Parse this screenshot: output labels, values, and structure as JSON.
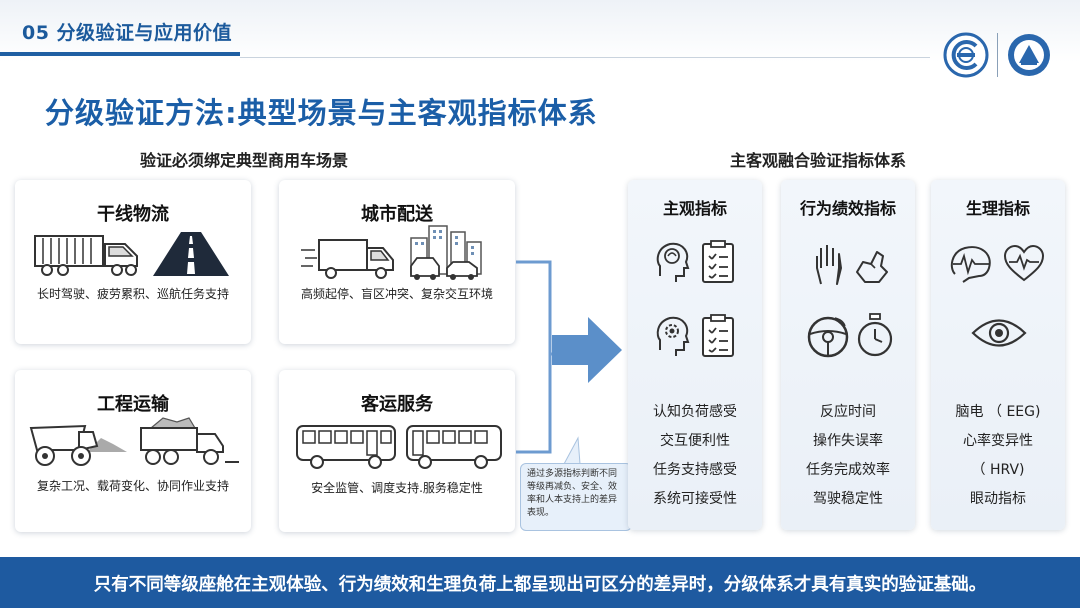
{
  "header": {
    "section_label": "05 分级验证与应用价值"
  },
  "main_title": "分级验证方法:典型场景与主客观指标体系",
  "left": {
    "heading": "验证必须绑定典型商用车场景",
    "cards": [
      {
        "title": "干线物流",
        "desc": "长时驾驶、疲劳累积、巡航任务支持"
      },
      {
        "title": "城市配送",
        "desc": "高频起停、盲区冲突、复杂交互环境"
      },
      {
        "title": "工程运输",
        "desc": "复杂工况、载荷变化、协同作业支持"
      },
      {
        "title": "客运服务",
        "desc": "安全监管、调度支持.服务稳定性"
      }
    ]
  },
  "callout": "通过多源指标判断不同等级再减负、安全、效率和人本支持上的差异表现。",
  "right": {
    "heading": "主客观融合验证指标体系",
    "panels": [
      {
        "title": "主观指标",
        "items": [
          "认知负荷感受",
          "交互便利性",
          "任务支持感受",
          "系统可接受性"
        ]
      },
      {
        "title": "行为绩效指标",
        "items": [
          "反应时间",
          "操作失误率",
          "任务完成效率",
          "驾驶稳定性"
        ]
      },
      {
        "title": "生理指标",
        "items": [
          "脑电 （ EEG)",
          "心率变异性",
          "（ HRV)",
          "眼动指标"
        ]
      }
    ]
  },
  "footer": "只有不同等级座舱在主观体验、行为绩效和生理负荷上都呈现出可区分的差异时，分级体系才具有真实的验证基础。",
  "colors": {
    "primary": "#1b5ea7",
    "footer_bg": "#1e5aa0",
    "arrow": "#5b8fc9",
    "panel_bg": "#eef3f9"
  }
}
